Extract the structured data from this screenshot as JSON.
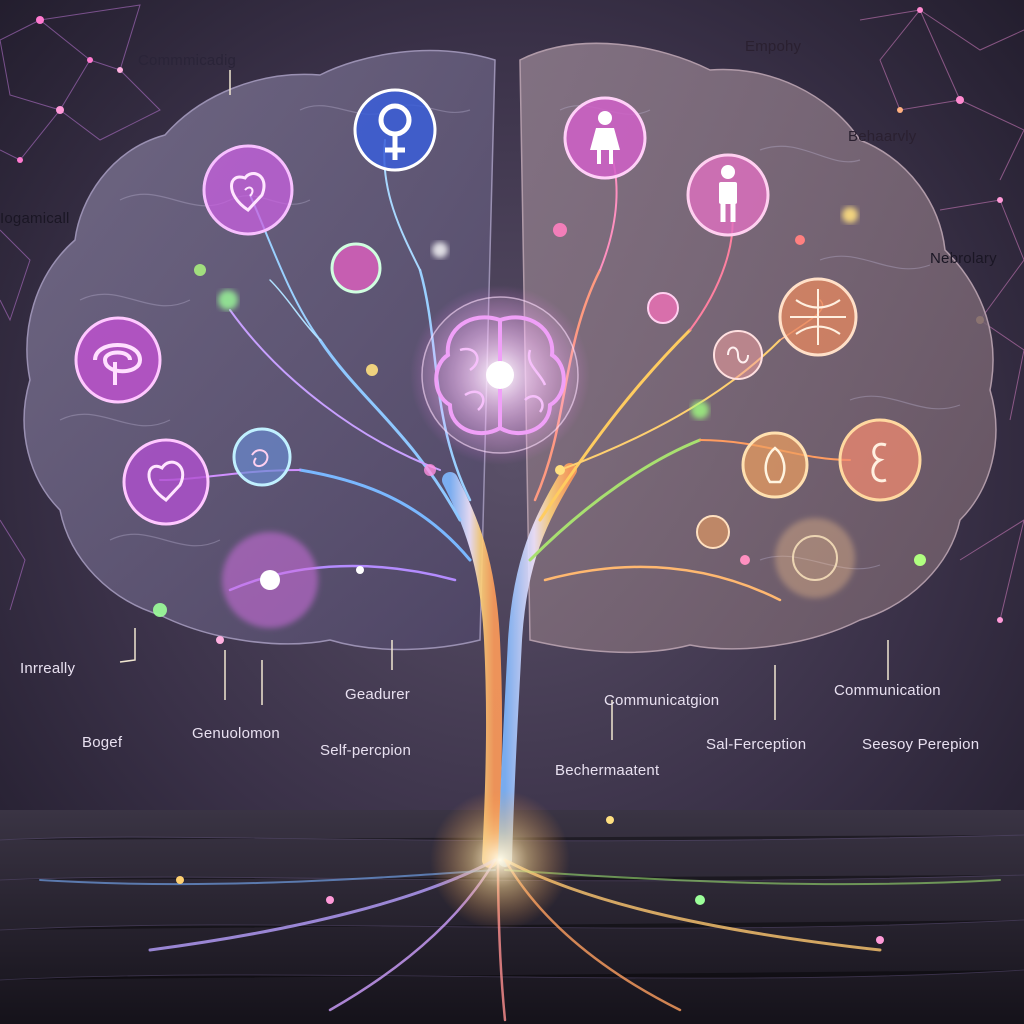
{
  "labels": {
    "top_left": "Commmicadig",
    "top_mid_right": "Empohy",
    "top_right": "Behaarvly",
    "left": "Iogamicall",
    "right": "Nebrolary",
    "left_low": "Inrreally",
    "bottom_1": "Bogef",
    "bottom_2": "Genuolomon",
    "bottom_3": "Geadurer",
    "bottom_4": "Self-percpion",
    "bottom_5": "Communicatgion",
    "bottom_6": "Bechermaatent",
    "bottom_7": "Sal-Ferception",
    "bottom_8": "Communication",
    "bottom_9": "Seesoy Perepion"
  },
  "palette": {
    "bg_top": "#2c2a3e",
    "bg_bottom": "#1a1724",
    "brain_left": "#6a5f86",
    "brain_right": "#8a6a76",
    "magenta": "#e070f0",
    "blue": "#4fa8ff",
    "green": "#8fe06a",
    "orange": "#ffae5a",
    "glow": "#fff4f0"
  },
  "icons": [
    "heart-spiral-icon",
    "female-symbol-icon",
    "female-figure-icon",
    "male-figure-icon",
    "orb-icon",
    "brain-icon",
    "maze-icon",
    "heart-icon",
    "swirl-icon",
    "globe-icon",
    "hand-icon",
    "ampersand-icon",
    "glow-orb-icon",
    "small-orb-icon"
  ]
}
